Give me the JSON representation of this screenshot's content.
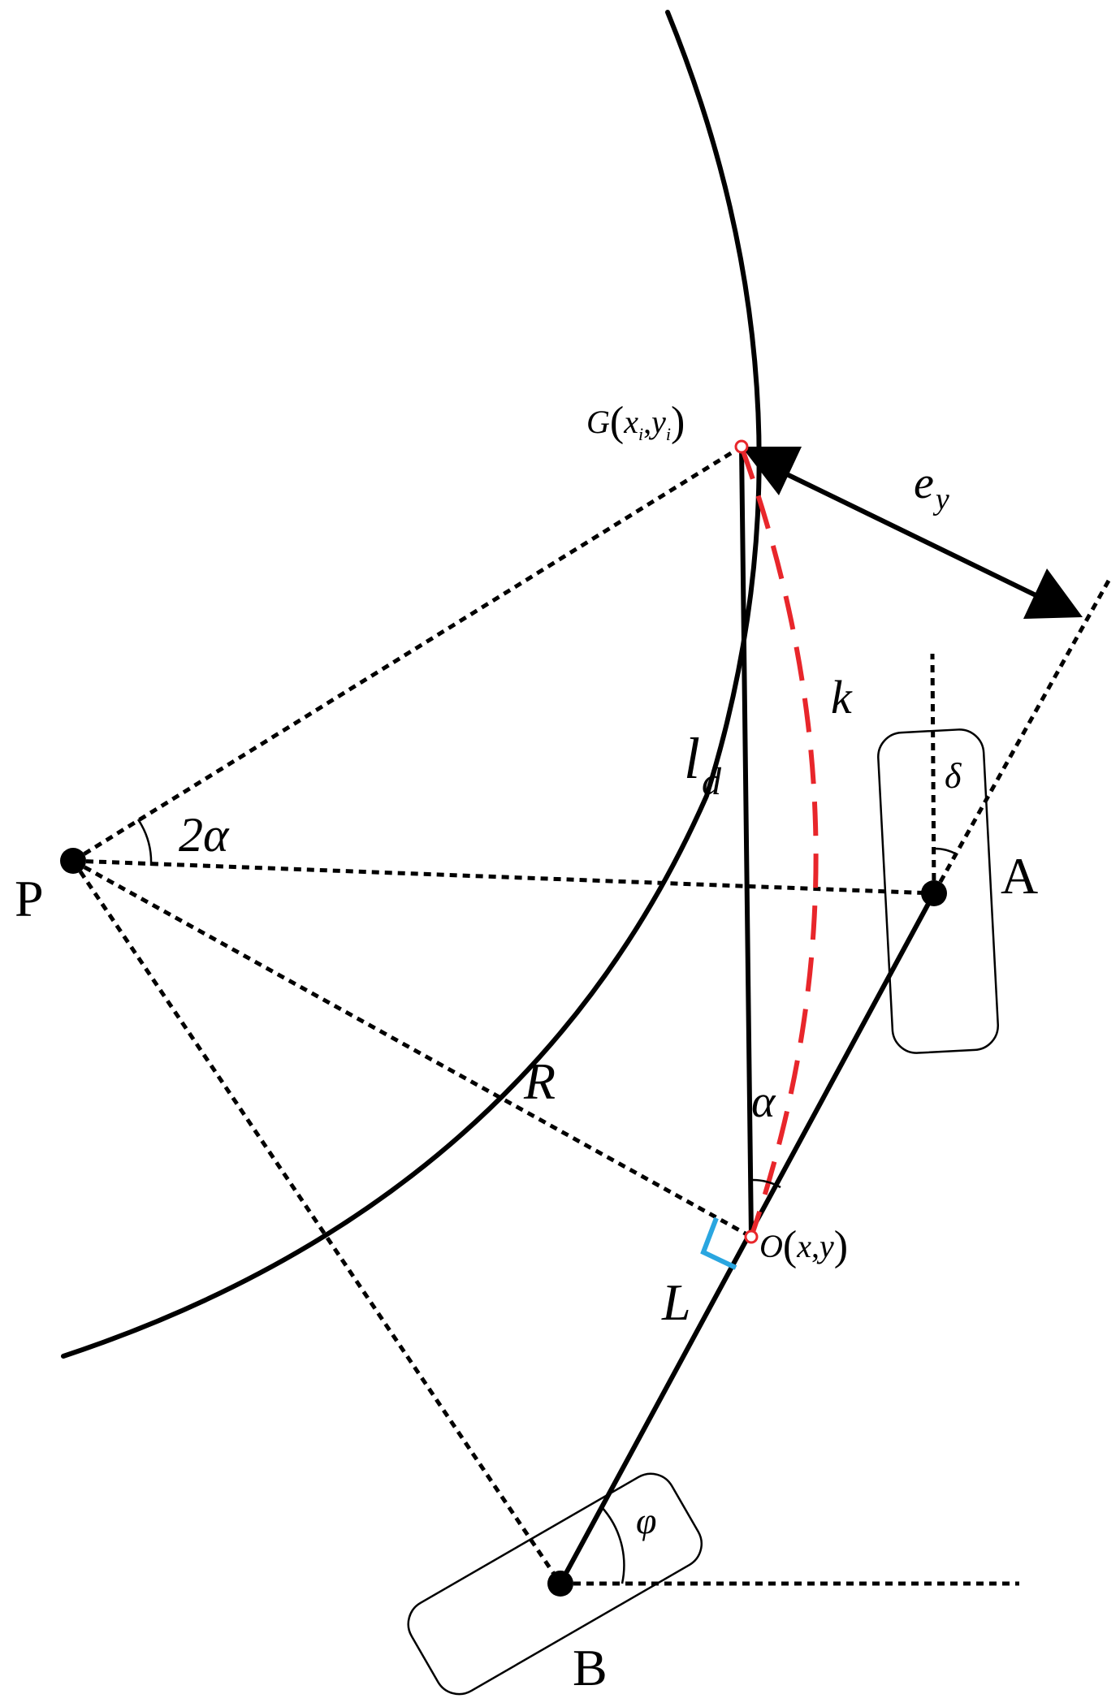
{
  "labels": {
    "P": "P",
    "A": "A",
    "B": "B",
    "R": "R",
    "L": "L",
    "k": "k",
    "angle_2alpha": "2α",
    "alpha": "α",
    "delta": "δ",
    "phi": "φ",
    "ld_main": "l",
    "ld_sub": "d",
    "ey_main": "e",
    "ey_sub": "y",
    "G_point": "G",
    "G_x": "x",
    "G_x_sub": "i",
    "G_y": "y",
    "G_y_sub": "i",
    "O_point": "O",
    "O_x": "x",
    "O_y": "y"
  },
  "colors": {
    "line": "#000000",
    "arc_k": "#e8262b",
    "right_angle": "#2aa6e0"
  }
}
